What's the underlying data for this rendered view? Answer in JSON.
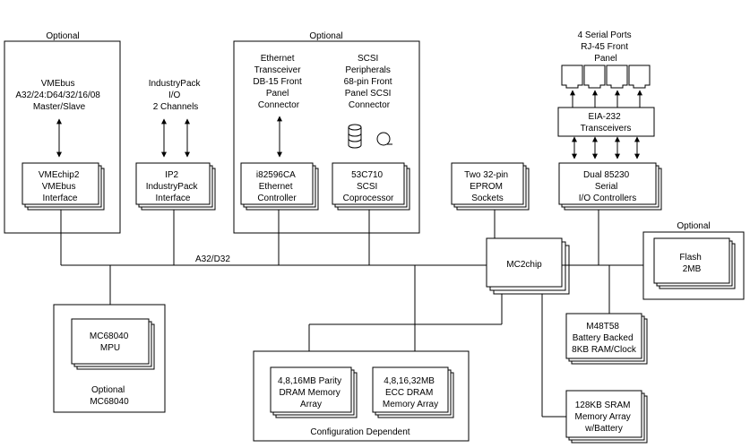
{
  "groups": {
    "optional_vme": "Optional",
    "optional_io": "Optional",
    "optional_flash": "Optional",
    "optional_cpu": [
      "Optional",
      "MC68040"
    ],
    "config_dependent": "Configuration Dependent"
  },
  "labels": {
    "vmebus": [
      "VMEbus",
      "A32/24:D64/32/16/08",
      "Master/Slave"
    ],
    "industrypack": [
      "IndustryPack",
      "I/O",
      "2 Channels"
    ],
    "ethernet_conn": [
      "Ethernet",
      "Transceiver",
      "DB-15 Front",
      "Panel",
      "Connector"
    ],
    "scsi_conn": [
      "SCSI",
      "Peripherals",
      "68-pin Front",
      "Panel SCSI",
      "Connector"
    ],
    "serial_ports": [
      "4 Serial Ports",
      "RJ-45 Front",
      "Panel"
    ],
    "bus": "A32/D32"
  },
  "boxes": {
    "vmechip2": [
      "VMEchip2",
      "VMEbus",
      "Interface"
    ],
    "ip2": [
      "IP2",
      "IndustryPack",
      "Interface"
    ],
    "i82596": [
      "i82596CA",
      "Ethernet",
      "Controller"
    ],
    "scsi710": [
      "53C710",
      "SCSI",
      "Coprocessor"
    ],
    "eprom": [
      "Two 32-pin",
      "EPROM",
      "Sockets"
    ],
    "eia232": [
      "EIA-232",
      "Transceivers"
    ],
    "dual85230": [
      "Dual 85230",
      "Serial",
      "I/O Controllers"
    ],
    "mc2chip": [
      "MC2chip"
    ],
    "flash": [
      "Flash",
      "2MB"
    ],
    "mc68040": [
      "MC68040",
      "MPU"
    ],
    "m48t58": [
      "M48T58",
      "Battery Backed",
      "8KB RAM/Clock"
    ],
    "dram_parity": [
      "4,8,16MB Parity",
      "DRAM Memory",
      "Array"
    ],
    "dram_ecc": [
      "4,8,16,32MB",
      "ECC DRAM",
      "Memory Array"
    ],
    "sram": [
      "128KB SRAM",
      "Memory Array",
      "w/Battery"
    ]
  }
}
